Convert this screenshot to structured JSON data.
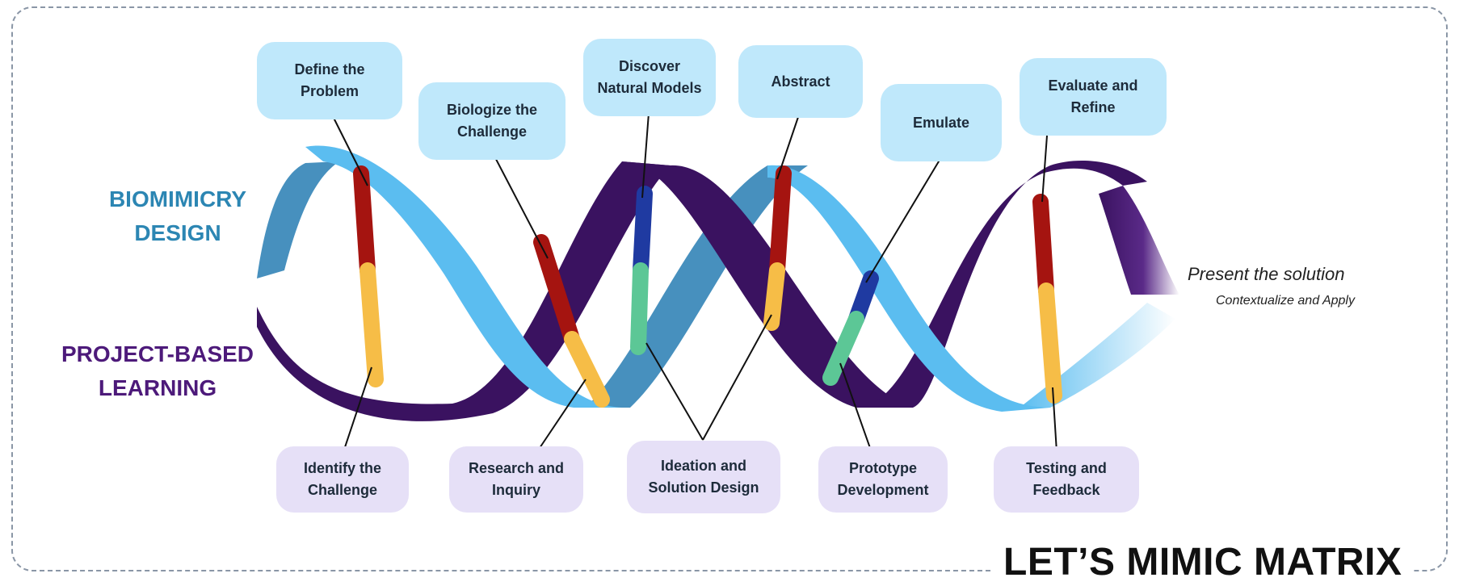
{
  "left_titles": {
    "biomimicry": "BIOMIMICRY\nDESIGN",
    "pbl": "PROJECT-BASED\nLEARNING"
  },
  "top_steps": [
    "Define the\nProblem",
    "Biologize the\nChallenge",
    "Discover\nNatural Models",
    "Abstract",
    "Emulate",
    "Evaluate and\nRefine"
  ],
  "bottom_steps": [
    "Identify the\nChallenge",
    "Research and\nInquiry",
    "Ideation and\nSolution Design",
    "Prototype\nDevelopment",
    "Testing and\nFeedback"
  ],
  "final": {
    "title": "Present the solution",
    "subtitle": "Contextualize and Apply"
  },
  "footer_title": "LET’S MIMIC MATRIX",
  "colors": {
    "strand_light": "#5bbdf0",
    "strand_dark": "#3a1260",
    "rung_red": "#a51410",
    "rung_yellow": "#f6bd47",
    "rung_blue": "#1f3aa1",
    "rung_green": "#5cc796",
    "top_box": "#bfe8fb",
    "bottom_box": "#e6e0f7",
    "biomimicry_text": "#2c86b3",
    "pbl_text": "#4d1a7a"
  }
}
